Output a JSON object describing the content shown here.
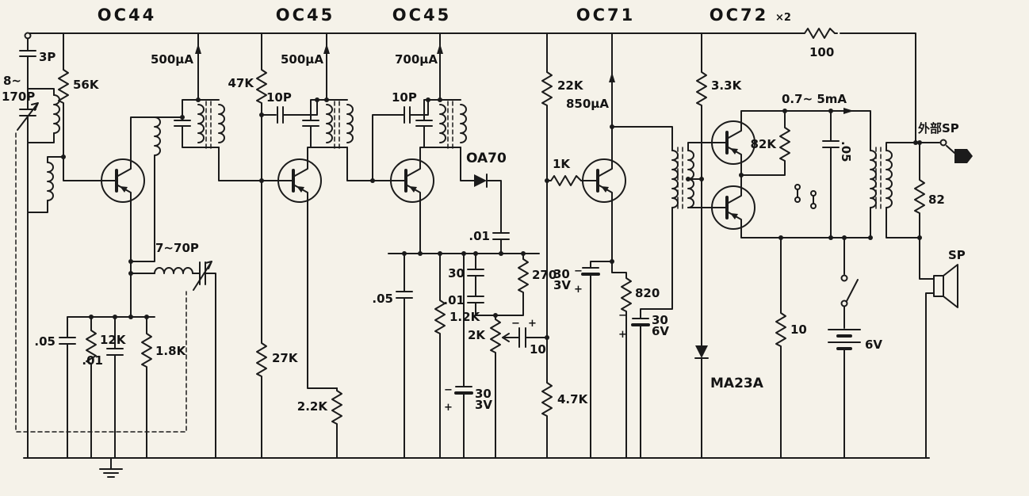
{
  "palette": {
    "paper": "#f5f2e9",
    "ink": "#1b1b1b"
  },
  "stages": {
    "converter": {
      "device": "OC44",
      "current": "500μA"
    },
    "if1": {
      "device": "OC45",
      "current": "500μA"
    },
    "if2": {
      "device": "OC45",
      "current": "700μA"
    },
    "driver": {
      "device": "OC71",
      "current": "850μA"
    },
    "output": {
      "device": "OC72",
      "multiplier": "×2",
      "current": "0.7~ 5mA"
    }
  },
  "diodes": {
    "detector": "OA70",
    "bias": "MA23A"
  },
  "power": {
    "battery": "6V"
  },
  "speakers": {
    "external": "外部SP",
    "internal": "SP"
  },
  "resistors": {
    "r56k": "56K",
    "r47k": "47K",
    "r27k": "27K",
    "r12k": "12K",
    "r1k8": "1.8K",
    "r2k2": "2.2K",
    "r1k2": "1.2K",
    "r270": "270",
    "r2k": "2K",
    "r22k": "22K",
    "r1k": "1K",
    "r4k7": "4.7K",
    "r820": "820",
    "r3k3": "3.3K",
    "r82k": "82K",
    "r10": "10",
    "r100": "100",
    "r82": "82"
  },
  "capacitors": {
    "c3p": "3P",
    "gang_range_low": "8~",
    "gang_range_high": "170P",
    "osc_trimmer": "7~70P",
    "c10p_1": "10P",
    "c10p_2": "10P",
    "c05_1": ".05",
    "c01_1": ".01",
    "c05_2": ".05",
    "c30": "30",
    "c01_2": ".01",
    "c01_3": ".01",
    "c10": "10",
    "c30_3v_det": {
      "value": "30",
      "voltage": "3V"
    },
    "c30_3v_em": {
      "value": "30",
      "voltage": "3V"
    },
    "c30_6v": {
      "value": "30",
      "voltage": "6V"
    },
    "c05_out": ".05"
  },
  "signs": {
    "plus": "+",
    "minus": "−"
  }
}
